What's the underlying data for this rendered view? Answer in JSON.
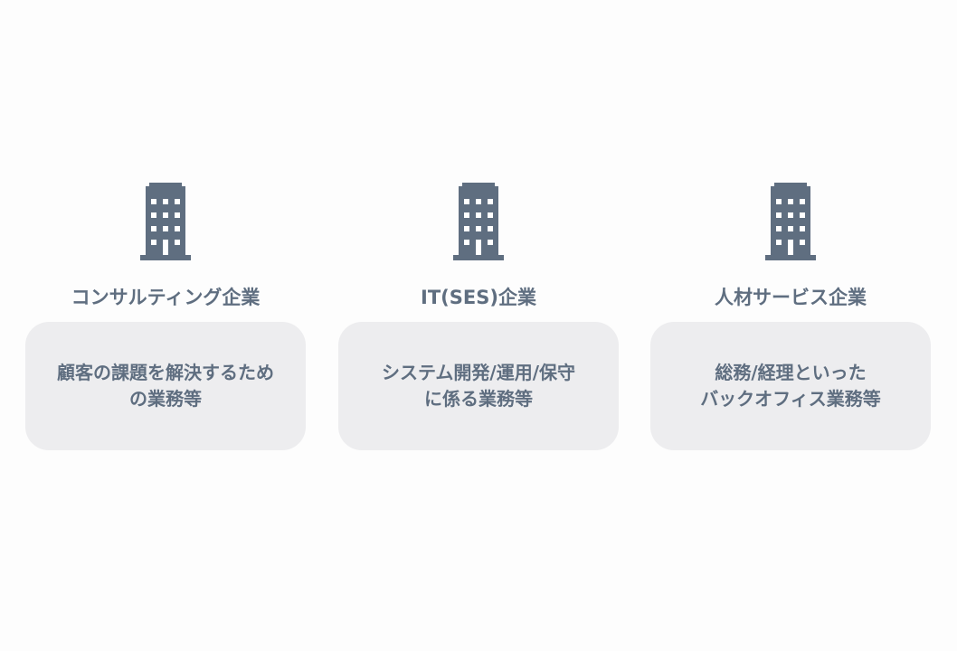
{
  "colors": {
    "icon": "#5f6e80",
    "text": "#5f6e80",
    "box_background": "#ededef",
    "page_background": "#fdfdfd"
  },
  "columns": [
    {
      "icon": "building-icon",
      "label": "コンサルティング企業",
      "description": [
        "顧客の課題を解決するため",
        "の業務等"
      ]
    },
    {
      "icon": "building-icon",
      "label": "IT(SES)企業",
      "description": [
        "システム開発/運用/保守",
        "に係る業務等"
      ]
    },
    {
      "icon": "building-icon",
      "label": "人材サービス企業",
      "description": [
        "総務/経理といった",
        "バックオフィス業務等"
      ]
    }
  ]
}
